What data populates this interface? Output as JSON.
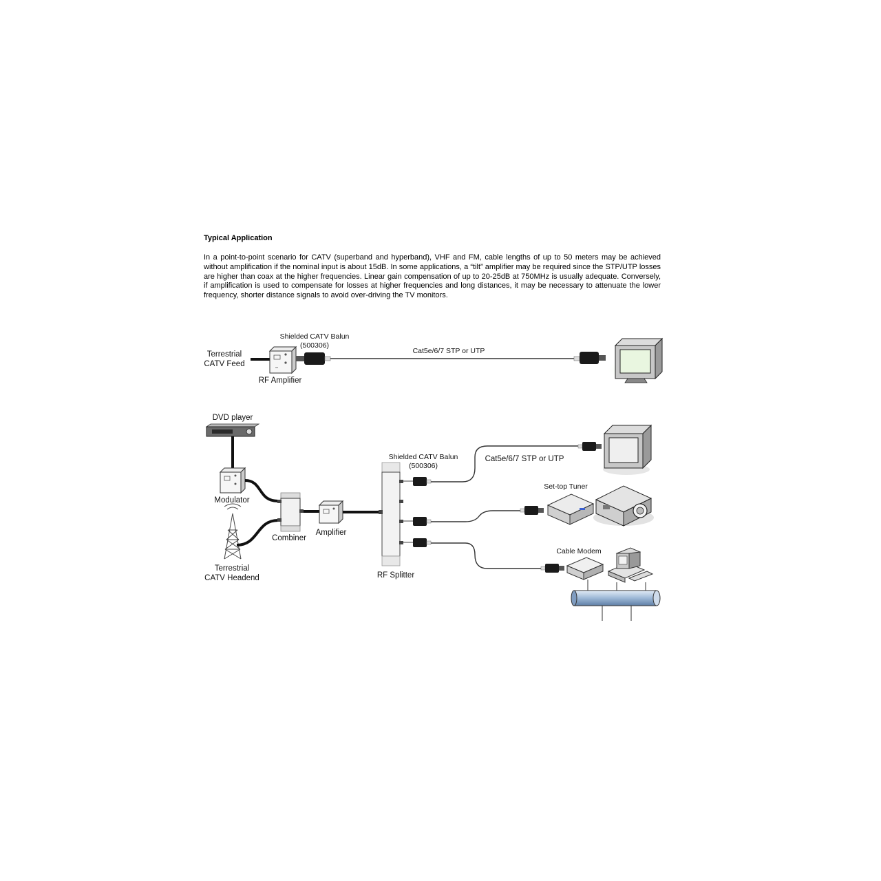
{
  "section": {
    "heading": "Typical Application",
    "paragraph": "In a point-to-point scenario for CATV (superband and hyperband), VHF and FM, cable lengths of up to 50 meters may be achieved without amplification if the nominal input is about 15dB.   In some applications, a “tilt” amplifier may be required since the STP/UTP losses are higher than coax at the higher frequencies.  Linear gain compensation of up to 20-25dB at 750MHz is usually adequate. Conversely, if amplification is used to compensate for losses at higher frequencies and long distances, it may be necessary to attenuate the lower frequency, shorter distance signals to avoid over-driving the TV monitors."
  },
  "diagram1": {
    "feed_line1": "Terrestrial",
    "feed_line2": "CATV Feed",
    "balun_line1": "Shielded CATV Balun",
    "balun_line2": "(500306)",
    "rf_amp": "RF Amplifier",
    "cable": "Cat5e/6/7 STP or UTP"
  },
  "diagram2": {
    "dvd": "DVD player",
    "modulator": "Modulator",
    "headend_line1": "Terrestrial",
    "headend_line2": "CATV Headend",
    "combiner": "Combiner",
    "amplifier": "Amplifier",
    "splitter": "RF Splitter",
    "balun_line1": "Shielded CATV Balun",
    "balun_line2": "(500306)",
    "cable": "Cat5e/6/7 STP or UTP",
    "settop": "Set-top Tuner",
    "modem": "Cable Modem"
  }
}
